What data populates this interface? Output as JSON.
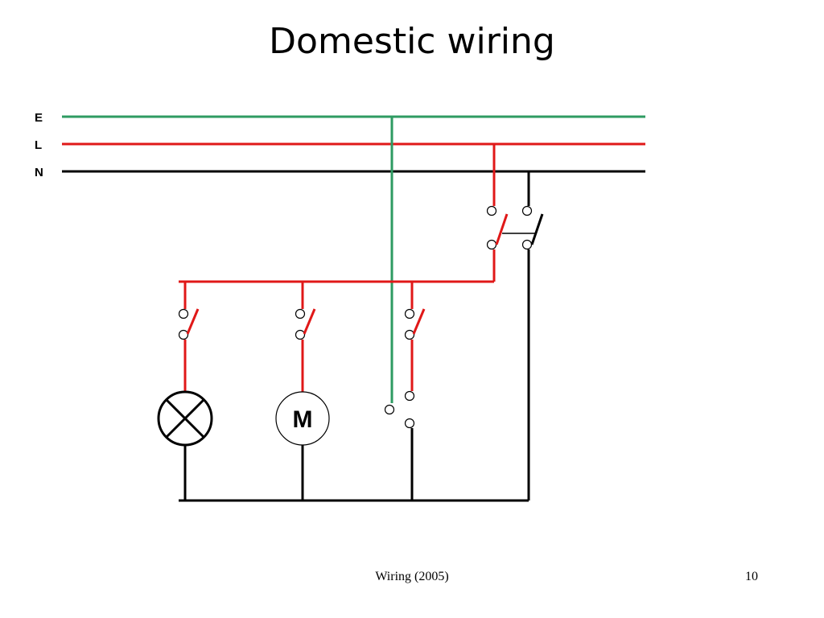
{
  "title": "Domestic wiring",
  "diagram": {
    "bus_labels": {
      "earth": "E",
      "live": "L",
      "neutral": "N"
    },
    "motor_label": "M"
  },
  "colors": {
    "earth": "#2e9b62",
    "live": "#e01818",
    "neutral": "#000000"
  },
  "footer": {
    "text": "Wiring (2005)",
    "page": "10"
  }
}
